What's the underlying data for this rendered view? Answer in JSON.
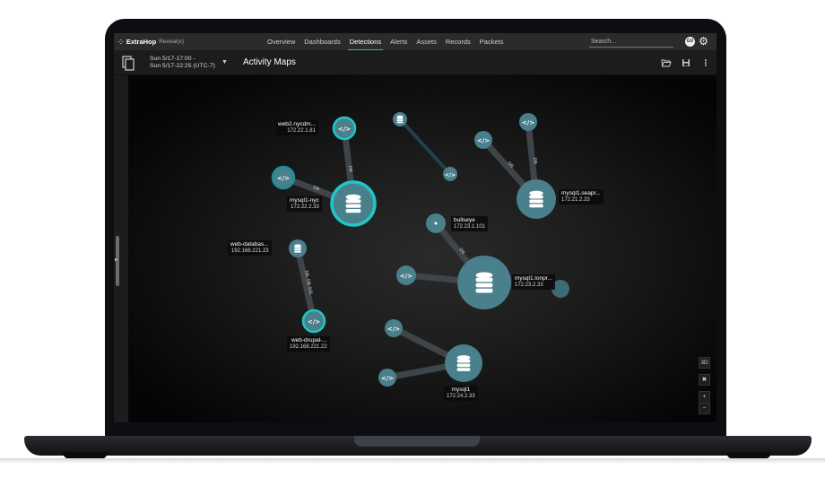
{
  "app": {
    "brand": "ExtraHop",
    "product": "Reveal(x)"
  },
  "nav": {
    "items": [
      {
        "label": "Overview",
        "active": false
      },
      {
        "label": "Dashboards",
        "active": false
      },
      {
        "label": "Detections",
        "active": true
      },
      {
        "label": "Alerts",
        "active": false
      },
      {
        "label": "Assets",
        "active": false
      },
      {
        "label": "Records",
        "active": false
      },
      {
        "label": "Packets",
        "active": false
      }
    ],
    "search_placeholder": "Search...",
    "user_initials": "GU",
    "settings_icon": "gear-icon"
  },
  "subheader": {
    "time_start": "Sun 5/17-17:00 -",
    "time_end": "Sun 5/17-22:25 (UTC-7)",
    "page_title": "Activity Maps",
    "icons": [
      "folder-open-icon",
      "save-icon",
      "more-vertical-icon"
    ]
  },
  "map": {
    "accent_color": "#1fc7c7",
    "node_color": "#4a7f8c",
    "nodes": [
      {
        "name": "web2.nycdm...",
        "ip": "172.22.1.81",
        "type": "web",
        "highlight": true
      },
      {
        "name": "mysql1-nyc",
        "ip": "172.22.2.33",
        "type": "database",
        "highlight": true
      },
      {
        "name": "web-databas...",
        "ip": "192.168.221.23",
        "type": "database",
        "highlight": false
      },
      {
        "name": "web-drupal-...",
        "ip": "192.168.221.22",
        "type": "web",
        "highlight": true
      },
      {
        "name": "mysql1.seapr...",
        "ip": "172.21.2.33",
        "type": "database",
        "highlight": false
      },
      {
        "name": "bullseye",
        "ip": "172.23.1.101",
        "type": "device",
        "highlight": false
      },
      {
        "name": "mysql1.lonpr...",
        "ip": "172.23.2.33",
        "type": "database",
        "highlight": false
      },
      {
        "name": "mysql1",
        "ip": "172.24.2.33",
        "type": "database",
        "highlight": false
      }
    ],
    "edge_labels": {
      "db": "DB",
      "db_ssl": "DB, DB-SSL"
    },
    "controls": {
      "view_3d": "3D",
      "fit": "✖",
      "zoom_in": "+",
      "zoom_out": "−"
    }
  }
}
